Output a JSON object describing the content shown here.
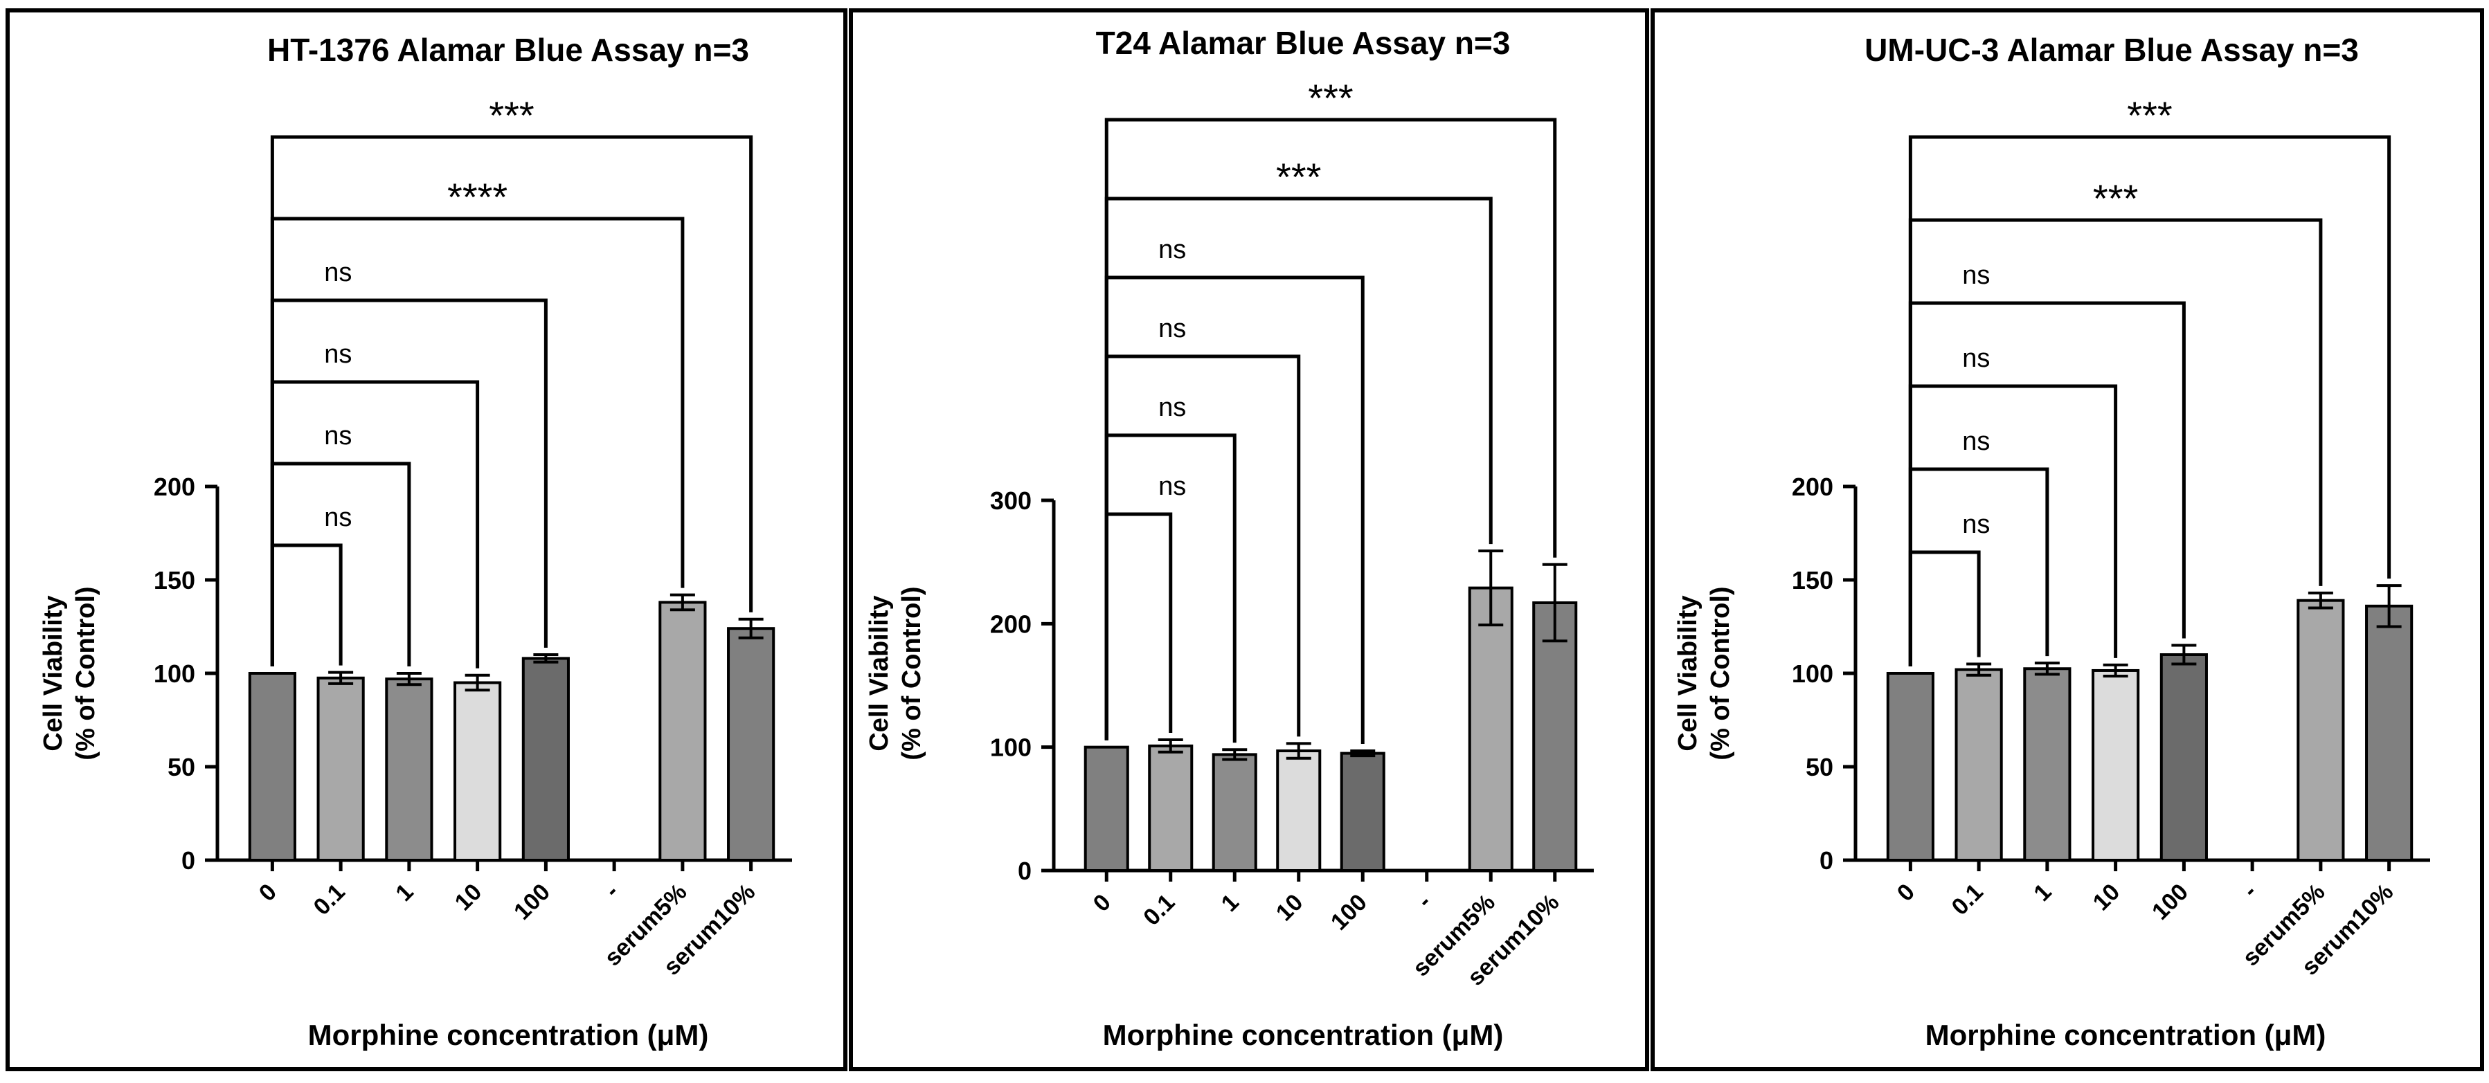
{
  "chart_data": [
    {
      "type": "bar",
      "title": "HT-1376 Alamar Blue Assay n=3",
      "xlabel": "Morphine concentration (μM)",
      "ylabel": [
        "Cell Viability",
        "(% of Control)"
      ],
      "ylim": [
        0,
        200
      ],
      "yticks": [
        0,
        50,
        100,
        150,
        200
      ],
      "categories": [
        "0",
        "0.1",
        "1",
        "10",
        "100",
        "-",
        "serum5%",
        "serum10%"
      ],
      "values": [
        100,
        97.5,
        97,
        95,
        108,
        null,
        138,
        124
      ],
      "errors": [
        0,
        3,
        3,
        4,
        2,
        null,
        4,
        5
      ],
      "bar_colors": [
        "#808080",
        "#a8a8a8",
        "#8c8c8c",
        "#dcdcdc",
        "#6b6b6b",
        null,
        "#a8a8a8",
        "#808080"
      ],
      "comparisons": [
        {
          "from": "0",
          "to": "0.1",
          "label": "ns"
        },
        {
          "from": "0",
          "to": "1",
          "label": "ns"
        },
        {
          "from": "0",
          "to": "10",
          "label": "ns"
        },
        {
          "from": "0",
          "to": "100",
          "label": "ns"
        },
        {
          "from": "0",
          "to": "serum5%",
          "label": "****"
        },
        {
          "from": "0",
          "to": "serum10%",
          "label": "***"
        }
      ]
    },
    {
      "type": "bar",
      "title": "T24 Alamar Blue Assay n=3",
      "xlabel": "Morphine concentration (μM)",
      "ylabel": [
        "Cell Viability",
        "(% of Control)"
      ],
      "ylim": [
        0,
        300
      ],
      "yticks": [
        0,
        100,
        200,
        300
      ],
      "categories": [
        "0",
        "0.1",
        "1",
        "10",
        "100",
        "-",
        "serum5%",
        "serum10%"
      ],
      "values": [
        100,
        101,
        94,
        97,
        95,
        null,
        229,
        217
      ],
      "errors": [
        0,
        5,
        4,
        6,
        2,
        null,
        30,
        31
      ],
      "bar_colors": [
        "#808080",
        "#a8a8a8",
        "#8c8c8c",
        "#dcdcdc",
        "#6b6b6b",
        null,
        "#a8a8a8",
        "#808080"
      ],
      "comparisons": [
        {
          "from": "0",
          "to": "0.1",
          "label": "ns"
        },
        {
          "from": "0",
          "to": "1",
          "label": "ns"
        },
        {
          "from": "0",
          "to": "10",
          "label": "ns"
        },
        {
          "from": "0",
          "to": "100",
          "label": "ns"
        },
        {
          "from": "0",
          "to": "serum5%",
          "label": "***"
        },
        {
          "from": "0",
          "to": "serum10%",
          "label": "***"
        }
      ]
    },
    {
      "type": "bar",
      "title": "UM-UC-3 Alamar Blue Assay n=3",
      "xlabel": "Morphine concentration (μM)",
      "ylabel": [
        "Cell Viability",
        "(% of Control)"
      ],
      "ylim": [
        0,
        200
      ],
      "yticks": [
        0,
        50,
        100,
        150,
        200
      ],
      "categories": [
        "0",
        "0.1",
        "1",
        "10",
        "100",
        "-",
        "serum5%",
        "serum10%"
      ],
      "values": [
        100,
        102,
        102.5,
        101.5,
        110,
        null,
        139,
        136
      ],
      "errors": [
        0,
        3,
        3,
        3,
        5,
        null,
        4,
        11
      ],
      "bar_colors": [
        "#808080",
        "#a8a8a8",
        "#8c8c8c",
        "#dcdcdc",
        "#6b6b6b",
        null,
        "#a8a8a8",
        "#808080"
      ],
      "comparisons": [
        {
          "from": "0",
          "to": "0.1",
          "label": "ns"
        },
        {
          "from": "0",
          "to": "1",
          "label": "ns"
        },
        {
          "from": "0",
          "to": "10",
          "label": "ns"
        },
        {
          "from": "0",
          "to": "100",
          "label": "ns"
        },
        {
          "from": "0",
          "to": "serum5%",
          "label": "***"
        },
        {
          "from": "0",
          "to": "serum10%",
          "label": "***"
        }
      ]
    }
  ]
}
